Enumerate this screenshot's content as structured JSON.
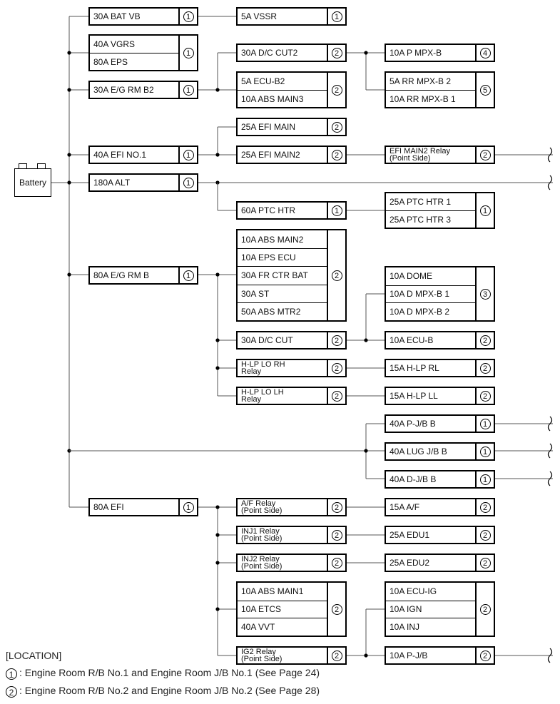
{
  "battery": "Battery",
  "location": {
    "title": "[LOCATION]",
    "items": [
      {
        "code": "1",
        "text": ": Engine Room R/B No.1 and Engine Room J/B No.1 (See Page 24)"
      },
      {
        "code": "2",
        "text": ": Engine Room R/B No.2 and Engine Room J/B No.2 (See Page 28)"
      }
    ]
  },
  "boxes": [
    {
      "id": "bat_vb",
      "code": "1",
      "lines": [
        "30A BAT VB"
      ]
    },
    {
      "id": "vgrs_eps",
      "code": "1",
      "lines": [
        "40A VGRS",
        "80A EPS"
      ]
    },
    {
      "id": "eg_rm_b2",
      "code": "1",
      "lines": [
        "30A E/G RM B2"
      ]
    },
    {
      "id": "efi_no1",
      "code": "1",
      "lines": [
        "40A EFI NO.1"
      ]
    },
    {
      "id": "alt",
      "code": "1",
      "lines": [
        "180A ALT"
      ]
    },
    {
      "id": "eg_rm_b",
      "code": "1",
      "lines": [
        "80A E/G RM B"
      ]
    },
    {
      "id": "efi80",
      "code": "1",
      "lines": [
        "80A EFI"
      ]
    },
    {
      "id": "vssr",
      "code": "1",
      "lines": [
        "5A VSSR"
      ]
    },
    {
      "id": "dc_cut2",
      "code": "2",
      "lines": [
        "30A D/C CUT2"
      ]
    },
    {
      "id": "ecu_b2_abs3",
      "code": "2",
      "lines": [
        "5A ECU-B2",
        "10A ABS MAIN3"
      ]
    },
    {
      "id": "efi_main",
      "code": "2",
      "lines": [
        "25A EFI MAIN"
      ]
    },
    {
      "id": "efi_main2",
      "code": "2",
      "lines": [
        "25A EFI MAIN2"
      ]
    },
    {
      "id": "ptc_htr",
      "code": "1",
      "lines": [
        "60A PTC HTR"
      ]
    },
    {
      "id": "eg_group",
      "code": "2",
      "lines": [
        "10A ABS MAIN2",
        "10A EPS ECU",
        "30A FR CTR BAT",
        "30A ST",
        "50A ABS MTR2"
      ]
    },
    {
      "id": "dc_cut",
      "code": "2",
      "lines": [
        "30A D/C CUT"
      ]
    },
    {
      "id": "hlp_lo_rh",
      "code": "2",
      "lines": [
        "H-LP LO RH",
        "Relay"
      ],
      "two": true
    },
    {
      "id": "hlp_lo_lh",
      "code": "2",
      "lines": [
        "H-LP LO LH",
        "Relay"
      ],
      "two": true
    },
    {
      "id": "af_relay",
      "code": "2",
      "lines": [
        "A/F Relay",
        "(Point Side)"
      ],
      "two": true
    },
    {
      "id": "inj1_relay",
      "code": "2",
      "lines": [
        "INJ1 Relay",
        "(Point Side)"
      ],
      "two": true
    },
    {
      "id": "inj2_relay",
      "code": "2",
      "lines": [
        "INJ2 Relay",
        "(Point Side)"
      ],
      "two": true
    },
    {
      "id": "abs1_group",
      "code": "2",
      "lines": [
        "10A ABS MAIN1",
        "10A ETCS",
        "40A VVT"
      ]
    },
    {
      "id": "ig2_relay",
      "code": "2",
      "lines": [
        "IG2 Relay",
        "(Point Side)"
      ],
      "two": true
    },
    {
      "id": "p_mpx_b",
      "code": "4",
      "lines": [
        "10A P MPX-B"
      ]
    },
    {
      "id": "rr_mpx",
      "code": "5",
      "lines": [
        "5A RR MPX-B 2",
        "10A RR MPX-B 1"
      ]
    },
    {
      "id": "efi_main2_relay",
      "code": "2",
      "lines": [
        "EFI MAIN2 Relay",
        "(Point Side)"
      ],
      "two": true
    },
    {
      "id": "ptc_htr_1_3",
      "code": "1",
      "lines": [
        "25A PTC HTR 1",
        "25A PTC HTR 3"
      ]
    },
    {
      "id": "dome_group",
      "code": "3",
      "lines": [
        "10A DOME",
        "10A D MPX-B 1",
        "10A D MPX-B 2"
      ]
    },
    {
      "id": "ecu_b",
      "code": "2",
      "lines": [
        "10A ECU-B"
      ]
    },
    {
      "id": "hlp_rl",
      "code": "2",
      "lines": [
        "15A H-LP RL"
      ]
    },
    {
      "id": "hlp_ll",
      "code": "2",
      "lines": [
        "15A H-LP LL"
      ]
    },
    {
      "id": "pjb_b",
      "code": "1",
      "lines": [
        "40A P-J/B B"
      ]
    },
    {
      "id": "lug_jb_b",
      "code": "1",
      "lines": [
        "40A LUG J/B B"
      ]
    },
    {
      "id": "djb_b",
      "code": "1",
      "lines": [
        "40A D-J/B B"
      ]
    },
    {
      "id": "af",
      "code": "2",
      "lines": [
        "15A A/F"
      ]
    },
    {
      "id": "edu1",
      "code": "2",
      "lines": [
        "25A EDU1"
      ]
    },
    {
      "id": "edu2",
      "code": "2",
      "lines": [
        "25A EDU2"
      ]
    },
    {
      "id": "ecu_ig_group",
      "code": "2",
      "lines": [
        "10A ECU-IG",
        "10A IGN",
        "10A INJ"
      ]
    },
    {
      "id": "p_jb",
      "code": "2",
      "lines": [
        "10A P-J/B"
      ]
    }
  ]
}
